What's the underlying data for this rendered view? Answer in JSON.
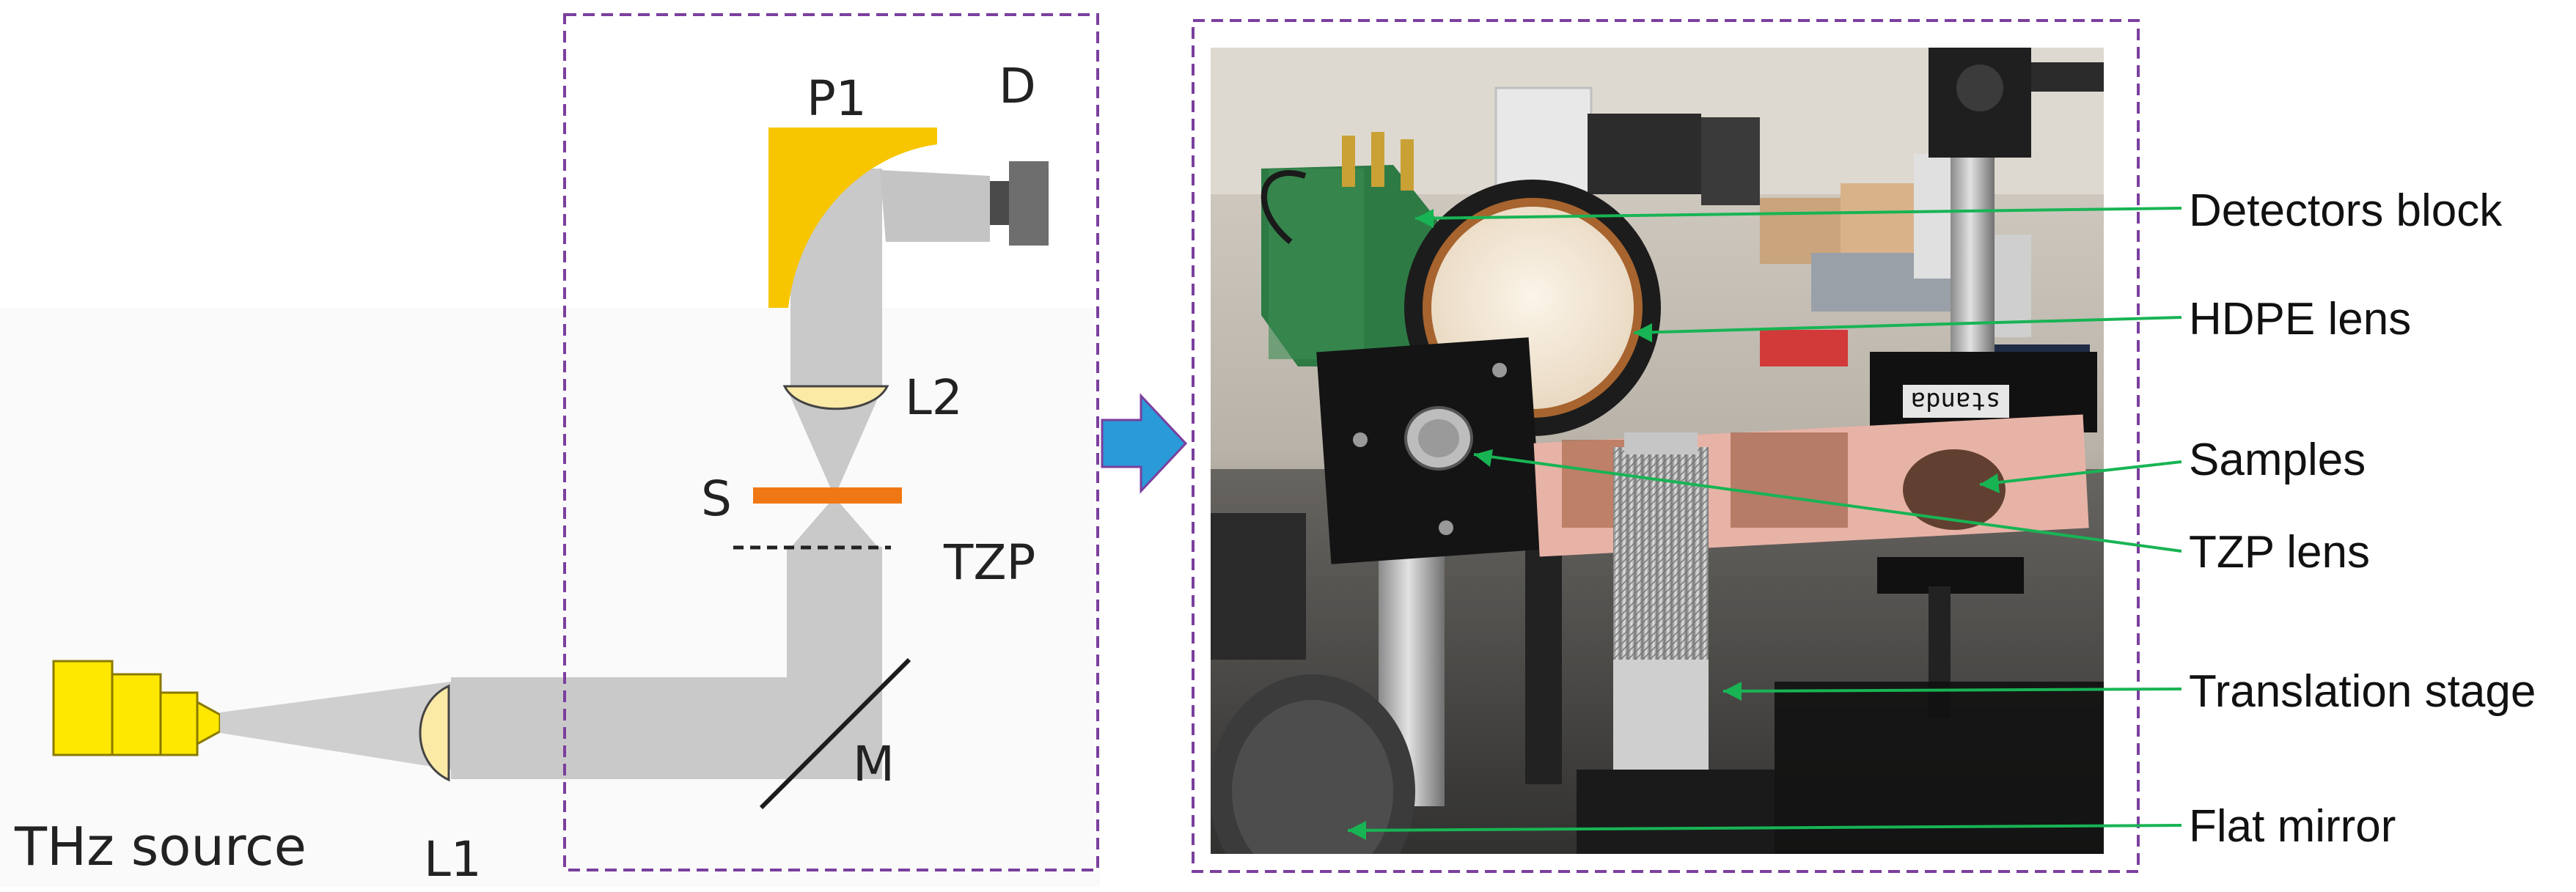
{
  "schematic": {
    "labels": {
      "p1": "P1",
      "d": "D",
      "l2": "L2",
      "s": "S",
      "tzp": "TZP",
      "m": "M",
      "l1": "L1",
      "source": "THz source"
    }
  },
  "photo_callouts": [
    {
      "id": "detectors-block",
      "label": "Detectors block"
    },
    {
      "id": "hdpe-lens",
      "label": "HDPE lens"
    },
    {
      "id": "samples",
      "label": "Samples"
    },
    {
      "id": "tzp-lens",
      "label": "TZP lens"
    },
    {
      "id": "translation-stage",
      "label": "Translation stage"
    },
    {
      "id": "flat-mirror",
      "label": "Flat mirror"
    }
  ],
  "photo_text": {
    "standa_label": "standa"
  },
  "colors": {
    "beam": "#c9c9c9",
    "mirror": "#f7c600",
    "detector": "#6e6e6e",
    "sample": "#f07814",
    "lens": "#fbe9a6",
    "source": "#ffe800",
    "dashed_frame": "#7b3f9e",
    "arrow": "#2a9ad8",
    "leader": "#18b454"
  }
}
